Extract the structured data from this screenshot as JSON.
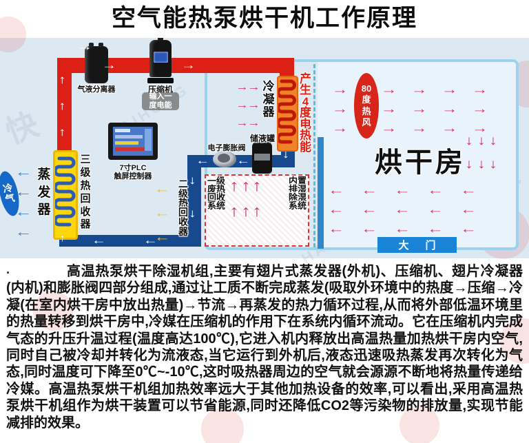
{
  "title": "空气能热泵烘干机工作原理",
  "watermark": {
    "brand": "HAIHONG",
    "char": "快"
  },
  "diagram": {
    "labels": {
      "separator": "气液分离器",
      "compressor": "压缩机",
      "power_badge_l1": "输入一",
      "power_badge_l2": "度电能",
      "plc_l1": "7寸PLC",
      "plc_l2": "触屏控制器",
      "condenser": "冷凝器",
      "electric_heat": "产生4度电热能",
      "hot_wind": "80度热风",
      "drying_room": "烘干房",
      "door": "大门",
      "tank": "储液罐",
      "expansion_valve": "电子膨胀阀",
      "waste_heat_sys": "一级废热回收系统",
      "dehumid_sys": "内置排湿除湿系统",
      "recovery2": "二级热回收器",
      "recovery3": "三级热回收器",
      "evaporator": "蒸发器",
      "cold_air": "冷气"
    },
    "colors": {
      "hot_pipe": "#dc2016",
      "cold_pipe": "#17498f",
      "magenta_arrow": "#d23567",
      "yellow_arrow": "#f2c21c",
      "blue_arrow": "#4a86c8",
      "door_bg": "#1a85d6",
      "hot_wind_bg": "#d8251a",
      "cold_air_bg": "#1668c8",
      "coil_yellow": "#ffd60a",
      "coil_orange": "#f08228",
      "diagram_bg": "#dce8f2"
    }
  },
  "article": {
    "bullet": "·",
    "text": "高温热泵烘干除湿机组,主要有翅片式蒸发器(外机)、压缩机、翅片冷凝器(内机)和膨胀阀四部分组成,通过让工质不断完成蒸发(吸取外环境中的热度→压缩→冷凝(在室内烘干房中放出热量)→节流→再蒸发的热力循环过程,从而将外部低温环境里的热量转移到烘干房中,冷媒在压缩机的作用下在系统内循环流动。它在压缩机内完成气态的升压升温过程(温度高达100℃),它进入机内释放出高温热量加热烘干房内空气,同时自己被冷却并转化为流液态,当它运行到外机后,液态迅速吸热蒸发再次转化为气态,同时温度可下降至0℃~-10℃,这时吸热器周边的空气就会源源不断地将热量传递给冷媒。高温热泵烘干机组加热效率远大于其他加热设备的效率,可以看出,采用高温热泵烘干机组作为烘干装置可以节省能源,同时还降低CO2等污染物的排放量,实现节能减排的效果。"
  }
}
